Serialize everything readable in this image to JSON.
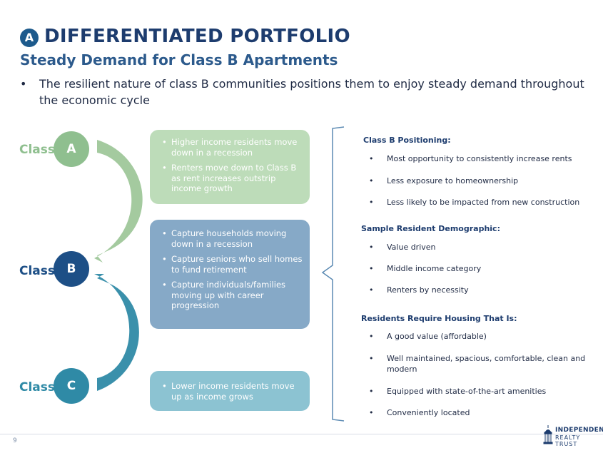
{
  "header": {
    "badge": "A",
    "title": "DIFFERENTIATED PORTFOLIO",
    "subtitle": "Steady Demand for Class B Apartments",
    "intro_bullet": "•",
    "intro_text": "The resilient nature of class B communities positions them to enjoy steady demand throughout the economic cycle"
  },
  "classes": [
    {
      "label": "Class",
      "letter": "A",
      "color": "#8fbf8f"
    },
    {
      "label": "Class",
      "letter": "B",
      "color": "#1d4f86"
    },
    {
      "label": "Class",
      "letter": "C",
      "color": "#2f8aa6"
    }
  ],
  "boxes": {
    "a": {
      "color": "#bddcb9",
      "items": [
        "Higher income residents move down in a recession",
        "Renters move down to Class B as rent increases outstrip income growth"
      ]
    },
    "b": {
      "color": "#86a9c7",
      "items": [
        "Capture households moving down in a recession",
        "Capture seniors who sell homes to fund retirement",
        "Capture individuals/families moving up with career progression"
      ]
    },
    "c": {
      "color": "#8cc3d2",
      "items": [
        "Lower income residents move up as income grows"
      ]
    }
  },
  "right": {
    "sec1_title": "Class B Positioning:",
    "sec1_items": [
      "Most opportunity to consistently increase rents",
      "Less exposure to homeownership",
      "Less likely to be impacted from new construction"
    ],
    "sec2_title": "Sample Resident Demographic:",
    "sec2_items": [
      "Value driven",
      "Middle income category",
      "Renters by necessity"
    ],
    "sec3_title": "Residents Require Housing That Is:",
    "sec3_items": [
      "A good value (affordable)",
      "Well maintained, spacious, comfortable, clean and modern",
      "Equipped with state-of-the-art amenities",
      "Conveniently located"
    ]
  },
  "footer": {
    "page_number": "9",
    "logo_line1": "INDEPENDENCE",
    "logo_line2": "REALTY TRUST"
  },
  "colors": {
    "navy": "#1d3c6e",
    "class_a_arrow": "#8fbf8f",
    "class_c_arrow": "#2f8aa6",
    "bracket": "#5b8ab3"
  }
}
